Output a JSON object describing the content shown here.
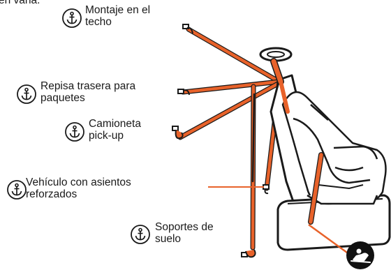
{
  "header_fragment": "en varia.",
  "colors": {
    "strap": "#e8622a",
    "outline": "#1a1a1a",
    "seat_fill": "#ffffff",
    "badge": "#111111"
  },
  "icons": {
    "anchor": "anchor-icon",
    "badge": "infant-seat-icon"
  },
  "labels": {
    "roof_line1": "Montaje en el",
    "roof_line2": "techo",
    "shelf_line1": "Repisa trasera para",
    "shelf_line2": "paquetes",
    "pickup_line1": "Camioneta",
    "pickup_line2": "pick-up",
    "reinforced_line1": "Vehículo con asientos",
    "reinforced_line2": "reforzados",
    "floor_line1": "Soportes de",
    "floor_line2": "suelo"
  }
}
